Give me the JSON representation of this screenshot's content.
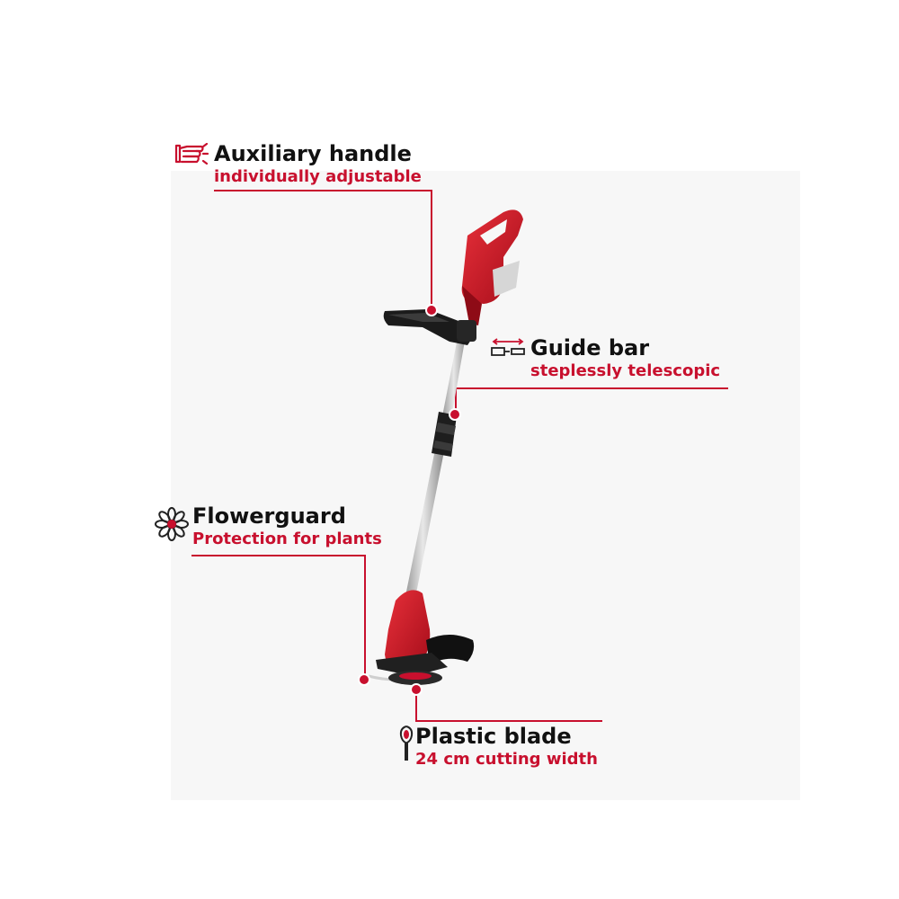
{
  "accent_color": "#c8102e",
  "features": {
    "auxiliary_handle": {
      "title": "Auxiliary handle",
      "subtitle": "individually adjustable",
      "icon": "hand-grip-icon"
    },
    "guide_bar": {
      "title": "Guide bar",
      "subtitle": "steplessly telescopic",
      "icon": "telescopic-bar-icon"
    },
    "flowerguard": {
      "title": "Flowerguard",
      "subtitle": "Protection for plants",
      "icon": "flower-icon"
    },
    "plastic_blade": {
      "title": "Plastic blade",
      "subtitle": "24 cm cutting width",
      "icon": "blade-icon"
    }
  }
}
